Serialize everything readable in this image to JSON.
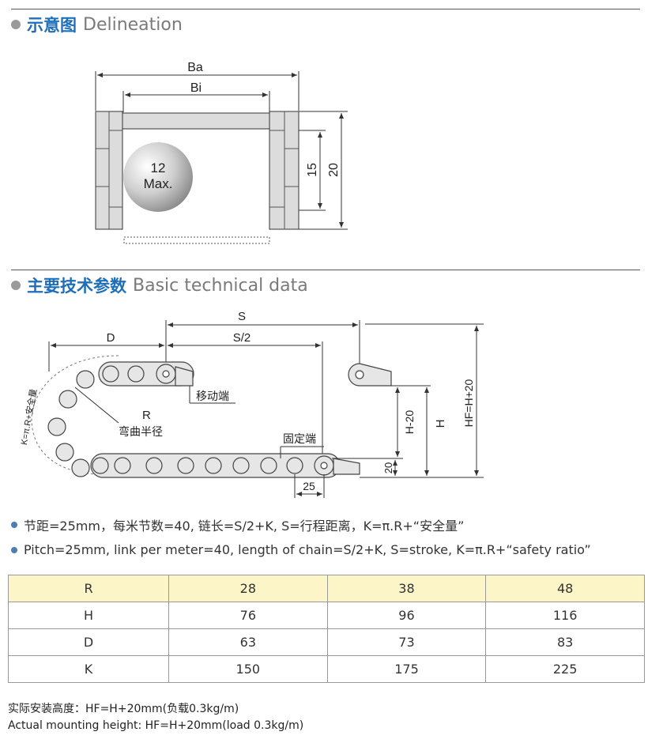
{
  "section1": {
    "title_cn": "示意图",
    "title_en": "Delineation"
  },
  "delineation": {
    "ba": "Ba",
    "bi": "Bi",
    "ball_size": "12",
    "ball_label": "Max.",
    "dim_15": "15",
    "dim_20": "20"
  },
  "section2": {
    "title_cn": "主要技术参数",
    "title_en": "Basic technical data"
  },
  "technical": {
    "s": "S",
    "s_half": "S/2",
    "d": "D",
    "r": "R",
    "bend_radius_cn": "弯曲半径",
    "moving_end_cn": "移动端",
    "fixed_end_cn": "固定端",
    "k_formula": "K=π.R+安全量",
    "h_minus_20": "H-20",
    "h": "H",
    "hf": "HF=H+20",
    "dim_20": "20",
    "pitch": "25"
  },
  "notes": {
    "cn": "节距=25mm，每米节数=40, 链长=S/2+K, S=行程距离，K=π.R+“安全量”",
    "en": "Pitch=25mm, link per meter=40, length of chain=S/2+K, S=stroke, K=π.R+“safety ratio”"
  },
  "table": {
    "rows": [
      [
        "R",
        "28",
        "38",
        "48"
      ],
      [
        "H",
        "76",
        "96",
        "116"
      ],
      [
        "D",
        "63",
        "73",
        "83"
      ],
      [
        "K",
        "150",
        "175",
        "225"
      ]
    ]
  },
  "footer": {
    "cn": "实际安装高度：HF=H+20mm(负载0.3kg/m)",
    "en": "Actual mounting height: HF=H+20mm(load 0.3kg/m)"
  },
  "colors": {
    "accent": "#1f6fb8",
    "header_bg": "#fbf5c8"
  }
}
